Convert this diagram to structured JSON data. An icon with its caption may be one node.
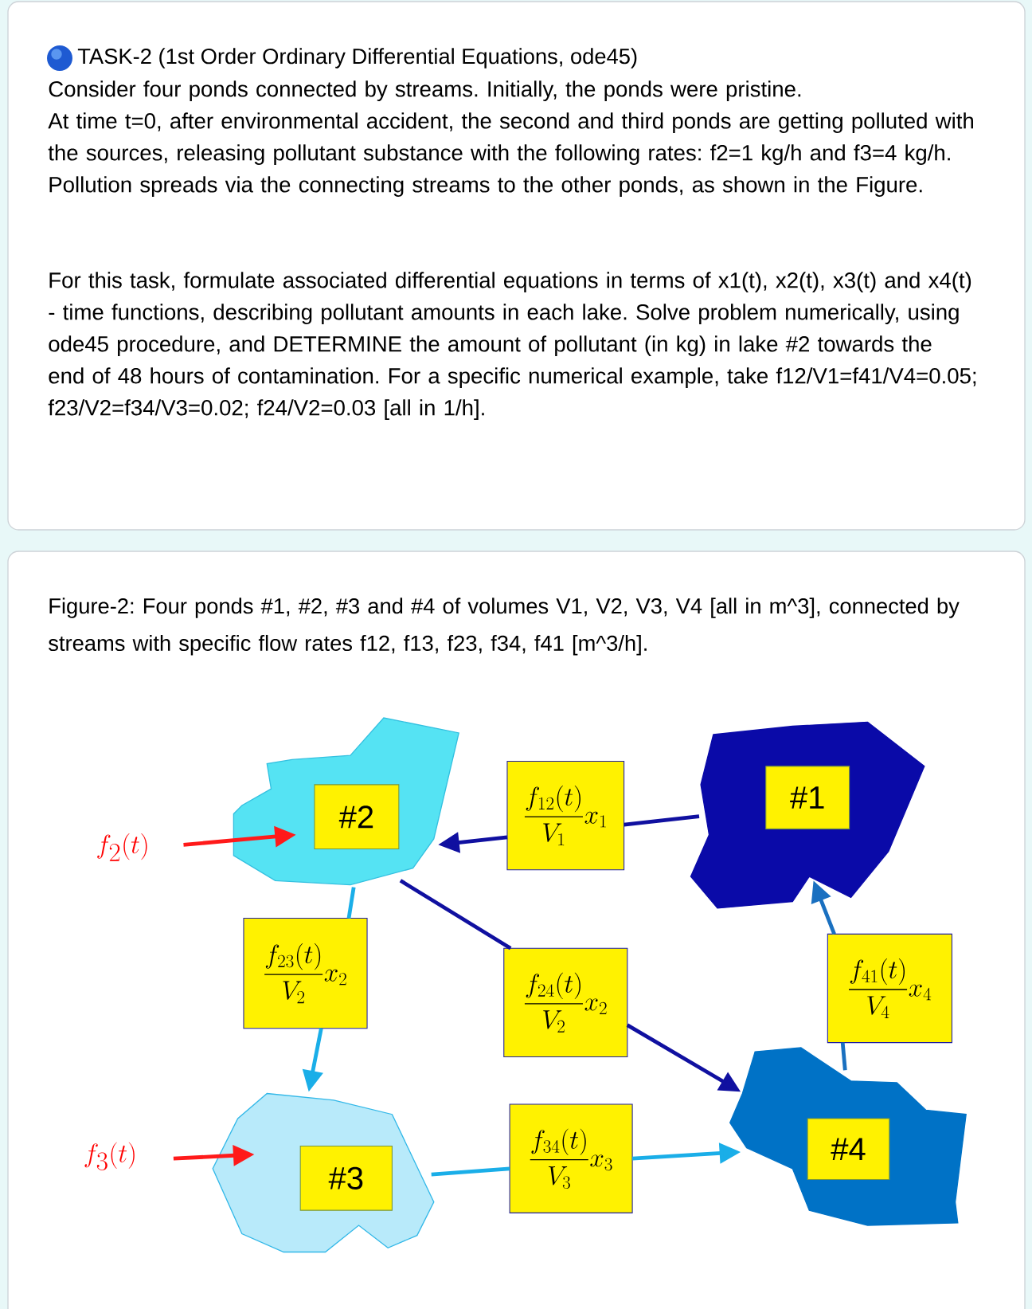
{
  "diagram": {
    "title": "TASK-2 (1st Order Ordinary Differential Equations, ode45)",
    "caption": "Figure-2: Four ponds #1, #2, #3 and #4 of volumes V1, V2, V3, V4 [all in m^3], connected by streams with specific flow rates f12, f13, f23, f34, f41 [m^3/h].",
    "labels": [
      "Consider four ponds connected by streams. Initially, the ponds were pristine.",
      "At time t=0, after environmental accident, the second and third ponds are getting polluted with the sources, releasing pollutant substance with the following rates: f2=1 kg/h and f3=4 kg/h. Pollution spreads via the connecting streams to the other ponds, as shown in the Figure.",
      "For this task, formulate associated differential equations in terms of x1(t), x2(t), x3(t) and x4(t) - time functions, describing pollutant amounts in each lake. Solve problem numerically, using ode45 procedure, and DETERMINE the amount of pollutant (in kg) in lake #2 towards the end of 48 hours of contamination. For a specific numerical example, take f12/V1=f41/V4=0.05; f23/V2=f34/V3=0.02; f24/V2=0.03 [all in 1/h]."
    ],
    "nodes": [
      {
        "text": [
          "#2"
        ]
      },
      {
        "text": [
          "\\dfrac{f_{12}(t)}{V_1}x_1"
        ]
      },
      {
        "text": [
          "#1"
        ]
      },
      {
        "text": [
          "f_2(t)"
        ]
      },
      {
        "text": [
          "\\dfrac{f_{23}(t)}{V_2}x_2"
        ]
      },
      {
        "text": [
          "\\dfrac{f_{24}(t)}{V_2}x_2"
        ]
      },
      {
        "text": [
          "\\dfrac{f_{41}(t)}{V_4}x_4"
        ]
      },
      {
        "text": [
          "f_3(t)"
        ]
      },
      {
        "text": [
          "#3"
        ]
      },
      {
        "text": [
          "\\dfrac{f_{34}(t)}{V_3}x_3"
        ]
      },
      {
        "text": [
          "#4"
        ]
      }
    ],
    "edges": [
      {
        "from": 3,
        "to": 0,
        "arrow": "to",
        "color": "#ff1a1a"
      },
      {
        "from": 2,
        "to": 1,
        "arrow": "none",
        "color": "#1010a0"
      },
      {
        "from": 1,
        "to": 0,
        "arrow": "to",
        "color": "#1010a0"
      },
      {
        "from": 0,
        "to": 4,
        "arrow": "none",
        "color": "#1aaee8"
      },
      {
        "from": 4,
        "to": 8,
        "arrow": "to",
        "color": "#1aaee8"
      },
      {
        "from": 0,
        "to": 5,
        "arrow": "none",
        "color": "#1010a0"
      },
      {
        "from": 5,
        "to": 10,
        "arrow": "to",
        "color": "#1010a0"
      },
      {
        "from": 7,
        "to": 8,
        "arrow": "to",
        "color": "#ff1a1a"
      },
      {
        "from": 8,
        "to": 9,
        "arrow": "none",
        "color": "#1aaee8"
      },
      {
        "from": 9,
        "to": 10,
        "arrow": "to",
        "color": "#1aaee8"
      },
      {
        "from": 10,
        "to": 6,
        "arrow": "none",
        "color": "#1a70c0"
      },
      {
        "from": 6,
        "to": 2,
        "arrow": "to",
        "color": "#1a70c0"
      }
    ]
  }
}
